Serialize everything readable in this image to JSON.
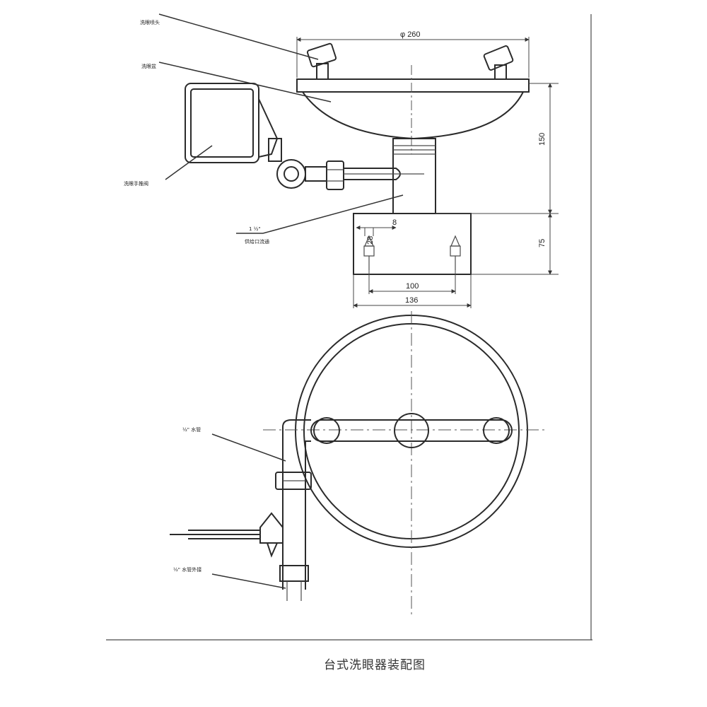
{
  "drawing": {
    "caption": "台式洗眼器装配图",
    "labels": {
      "eyewash_nozzle": "洗眼喷头",
      "eyewash_bowl": "洗眼盆",
      "hand_push_valve": "洗眼手推阀",
      "inlet_size": "1 ½\"",
      "inlet_note": "供给口流通",
      "supply_pipe_size": "½\" 水管",
      "supply_pipe_fitting_size": "½\" 水管外接"
    },
    "dimensions": {
      "bowl_diameter": "φ 260",
      "bowl_height": "150",
      "base_height": "75",
      "bolt_spacing": "100",
      "base_width": "136",
      "hole_size": "28",
      "edge_offset": "8"
    }
  }
}
